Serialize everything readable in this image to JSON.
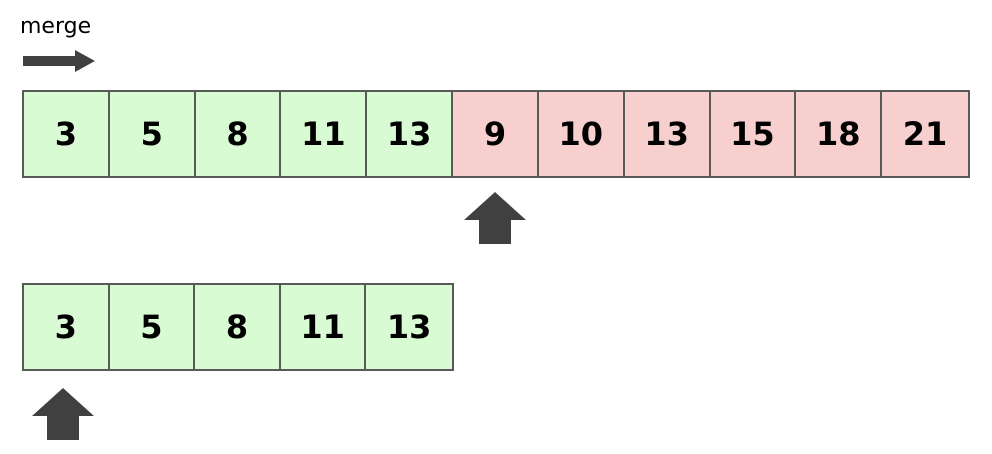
{
  "label": "merge",
  "colors": {
    "left_cell": "#d9fbd3",
    "right_cell": "#f8cfcf",
    "border": "#595959",
    "arrow": "#404040"
  },
  "top_array": {
    "left": [
      "3",
      "5",
      "8",
      "11",
      "13"
    ],
    "right": [
      "9",
      "10",
      "13",
      "15",
      "18",
      "21"
    ]
  },
  "bottom_array": {
    "cells": [
      "3",
      "5",
      "8",
      "11",
      "13"
    ]
  },
  "icons": {
    "direction": "arrow-right-icon",
    "pointer": "arrow-up-icon"
  }
}
